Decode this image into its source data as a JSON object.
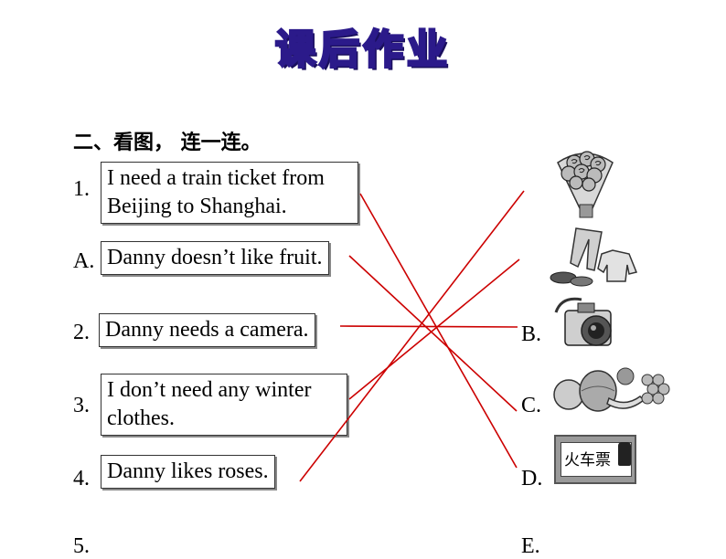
{
  "title": "课后作业",
  "instruction": "二、看图， 连一连。",
  "left_items": [
    {
      "number": "1.",
      "text_lines": [
        "I need a train ticket from",
        "Beijing to Shanghai."
      ]
    },
    {
      "number": "A.",
      "text_lines": [
        "Danny doesn’t like fruit."
      ]
    },
    {
      "number": "2.",
      "text_lines": [
        "Danny needs a camera."
      ]
    },
    {
      "number": "3.",
      "text_lines": [
        "I don’t need any winter",
        "clothes."
      ]
    },
    {
      "number": "4.",
      "text_lines": [
        "Danny likes roses."
      ]
    },
    {
      "number": "5."
    }
  ],
  "right_labels": [
    "B.",
    "C.",
    "D.",
    "E."
  ],
  "pictures": [
    {
      "icon": "rose-bouquet-icon"
    },
    {
      "icon": "winter-clothes-icon"
    },
    {
      "icon": "camera-icon"
    },
    {
      "icon": "fruit-icon"
    },
    {
      "icon": "train-ticket-icon",
      "text": "火车票"
    }
  ],
  "line_color": "#cc0000"
}
